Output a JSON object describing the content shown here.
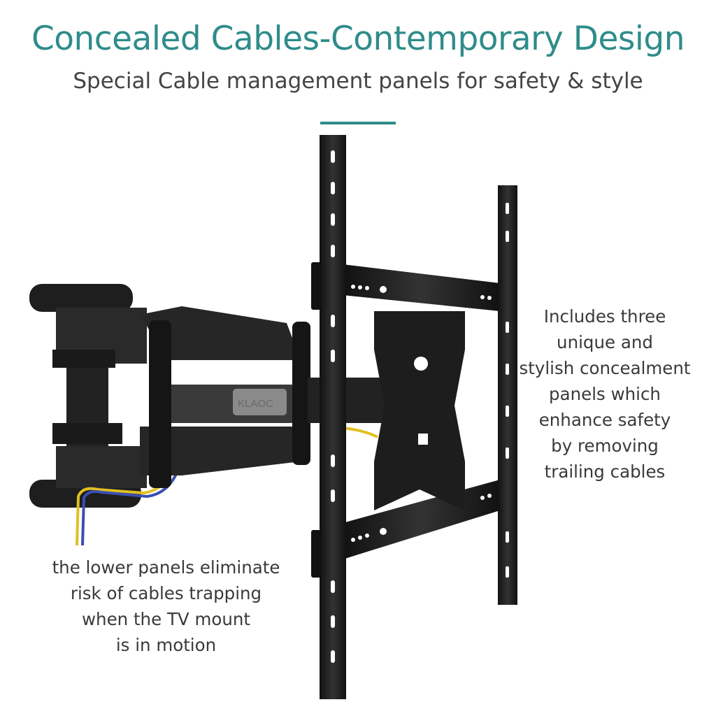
{
  "header": {
    "title": "Concealed Cables-Contemporary Design",
    "subtitle": "Special Cable management panels for safety & style"
  },
  "product": {
    "brand_logo": "KLAOC"
  },
  "captions": {
    "right": [
      "Includes three",
      "unique and",
      "stylish concealment",
      "panels which",
      "enhance safety",
      "by removing",
      "trailing cables"
    ],
    "left": [
      "the lower panels eliminate",
      "risk of cables trapping",
      "when the TV mount",
      "is in motion"
    ]
  },
  "colors": {
    "accent": "#2f8c8a",
    "text": "#3a3a3a",
    "metal": "#1c1c1c"
  }
}
